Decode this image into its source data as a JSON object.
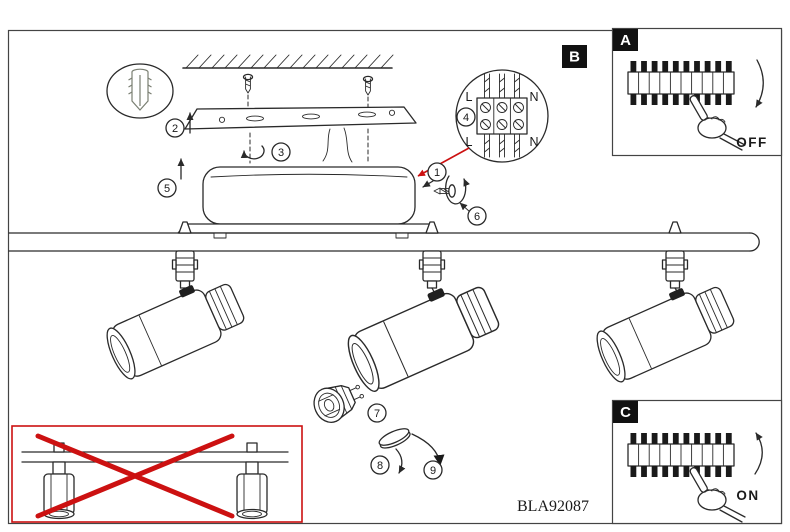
{
  "main_label": "B",
  "panel_a": {
    "label": "A",
    "status_text": "OFF"
  },
  "panel_c": {
    "label": "C",
    "status_text": "ON"
  },
  "steps": [
    "1",
    "2",
    "3",
    "4",
    "5",
    "6",
    "7",
    "8",
    "9"
  ],
  "terminal_detail": {
    "top_left": "L",
    "top_right": "N",
    "bottom_left": "L",
    "bottom_right": "N"
  },
  "model_number": "BLA92087",
  "colors": {
    "line": "#2a2a2a",
    "red": "#cc1111",
    "badge_bg": "#111111"
  }
}
